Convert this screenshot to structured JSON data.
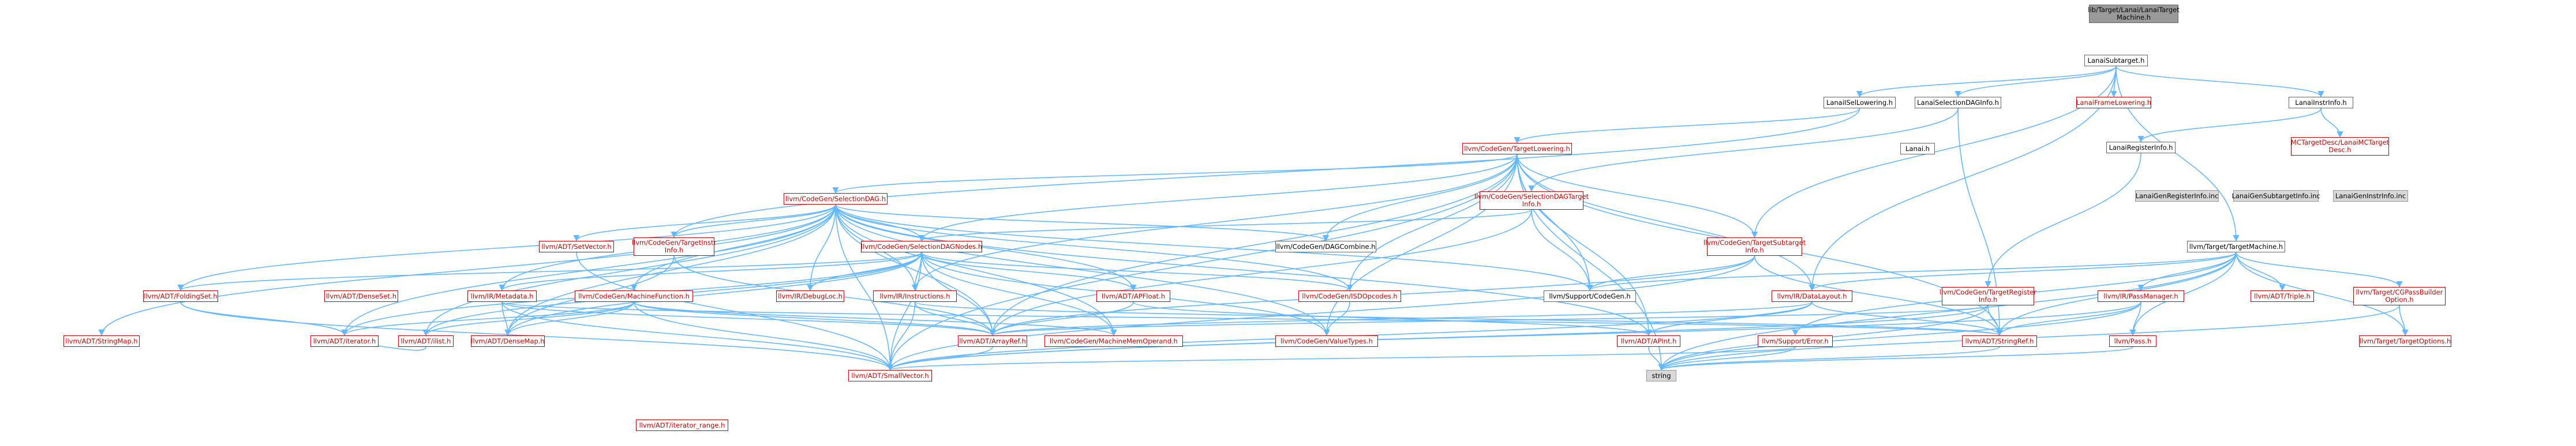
{
  "colors": {
    "edge": "#63b8ff",
    "node_border": "#666666",
    "red_link": "#cc0000",
    "gray_fill": "#d8d8d8",
    "root_fill": "#999999"
  },
  "nodes": {
    "root": "lib/Target/Lanai/LanaiTarget\nMachine.h",
    "lanaisubtarget": "LanaiSubtarget.h",
    "lanaiisellowering": "LanaiISelLowering.h",
    "lanaiselectiondaginfo": "LanaiSelectionDAGInfo.h",
    "lanaiframelowering": "LanaiFrameLowering.h",
    "lanaiinstrinfo": "LanaiInstrInfo.h",
    "lanai_h": "Lanai.h",
    "lanairegisterinfo": "LanaiRegisterInfo.h",
    "mctargetdesc": "MCTargetDesc/LanaiMCTarget\nDesc.h",
    "gen_registerinfo": "LanaiGenRegisterInfo.inc",
    "gen_subtargetinfo": "LanaiGenSubtargetInfo.inc",
    "gen_instrinfo": "LanaiGenInstrInfo.inc",
    "targetlowering": "llvm/CodeGen/TargetLowering.h",
    "selectiondag": "llvm/CodeGen/SelectionDAG.h",
    "selectiondagtargetinfo": "llvm/CodeGen/SelectionDAGTarget\nInfo.h",
    "targetsubtargetinfo": "llvm/CodeGen/TargetSubtarget\nInfo.h",
    "targetmachine": "llvm/Target/TargetMachine.h",
    "setvector": "llvm/ADT/SetVector.h",
    "targetinstrinfo": "llvm/CodeGen/TargetInstr\nInfo.h",
    "selectiondagnodes": "llvm/CodeGen/SelectionDAGNodes.h",
    "dagcombine": "llvm/CodeGen/DAGCombine.h",
    "foldingset": "llvm/ADT/FoldingSet.h",
    "densesetnode": "llvm/ADT/DenseSet.h",
    "metadata": "llvm/IR/Metadata.h",
    "machinefunction": "llvm/CodeGen/MachineFunction.h",
    "debugloc": "llvm/IR/DebugLoc.h",
    "instructions": "llvm/IR/Instructions.h",
    "apfloat": "llvm/ADT/APFloat.h",
    "isdopcodes": "llvm/CodeGen/ISDOpcodes.h",
    "supportcodegen": "llvm/Support/CodeGen.h",
    "datalayout": "llvm/IR/DataLayout.h",
    "targetregisterinfo": "llvm/CodeGen/TargetRegister\nInfo.h",
    "passmanager": "llvm/IR/PassManager.h",
    "triple": "llvm/ADT/Triple.h",
    "cgpassbuilder": "llvm/Target/CGPassBuilder\nOption.h",
    "stringmap": "llvm/ADT/StringMap.h",
    "iterator": "llvm/ADT/iterator.h",
    "ilist": "llvm/ADT/ilist.h",
    "densemap": "llvm/ADT/DenseMap.h",
    "arrayref": "llvm/ADT/ArrayRef.h",
    "machinememoperand": "llvm/CodeGen/MachineMemOperand.h",
    "valuetypes": "llvm/CodeGen/ValueTypes.h",
    "apint": "llvm/ADT/APInt.h",
    "supporterror": "llvm/Support/Error.h",
    "stringref": "llvm/ADT/StringRef.h",
    "pass": "llvm/Pass.h",
    "targetoptions": "llvm/Target/TargetOptions.h",
    "smallvector": "llvm/ADT/SmallVector.h",
    "string": "string",
    "iterator_range": "llvm/ADT/iterator_range.h"
  }
}
